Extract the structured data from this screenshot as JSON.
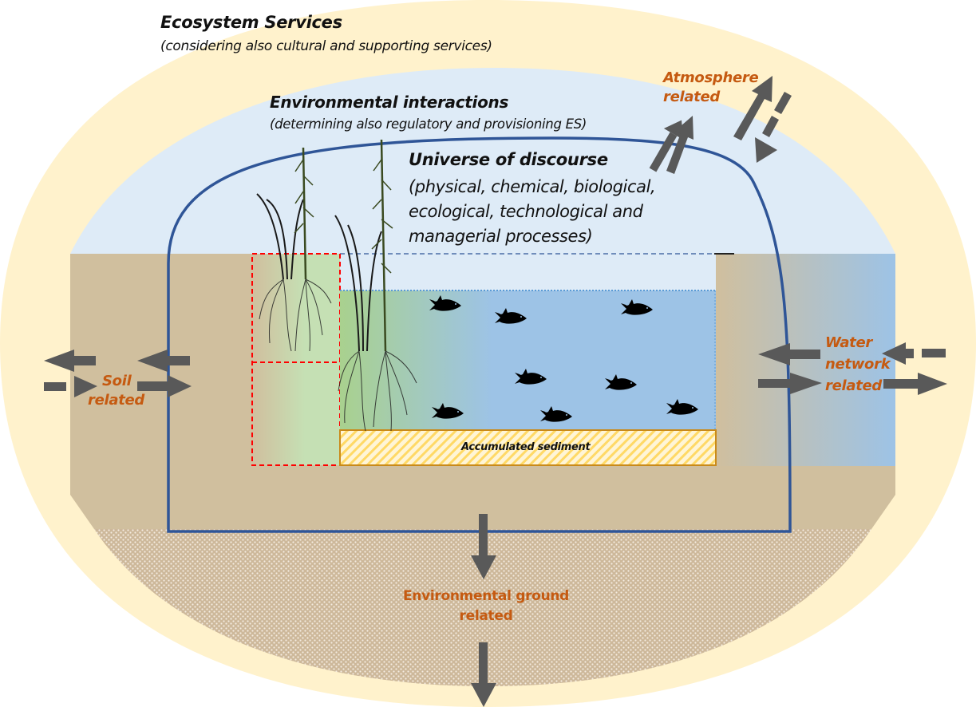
{
  "diagram": {
    "ecosystem_services": {
      "title": "Ecosystem Services",
      "subtitle": "(considering also cultural and supporting services)"
    },
    "environmental_interactions": {
      "title": "Environmental interactions",
      "subtitle": "(determining also regulatory and provisioning ES)"
    },
    "universe_of_discourse": {
      "title": "Universe of discourse",
      "lines": [
        "(physical, chemical, biological,",
        "ecological, technological and",
        "managerial processes)"
      ]
    },
    "flows": {
      "atmosphere": {
        "line1": "Atmosphere",
        "line2": "related"
      },
      "soil": {
        "line1": "Soil",
        "line2": "related"
      },
      "water_network": {
        "line1": "Water",
        "line2": "network",
        "line3": "related"
      },
      "environmental_ground": {
        "line1": "Environmental ground",
        "line2": "related"
      }
    },
    "sediment_label": "Accumulated sediment",
    "fish_count": 8,
    "colors": {
      "ecosystem_services_bg": "#fff2cc",
      "environmental_interactions_bg": "#deebf7",
      "soil": "#d0bf9e",
      "water": "#9dc3e6",
      "boundary": "#2f5597",
      "arrow": "#595959",
      "label_orange": "#c55a11",
      "sediment": "#ffd966",
      "wetland_green": "#c5e0b4",
      "wetland_border": "#ff0000"
    }
  }
}
